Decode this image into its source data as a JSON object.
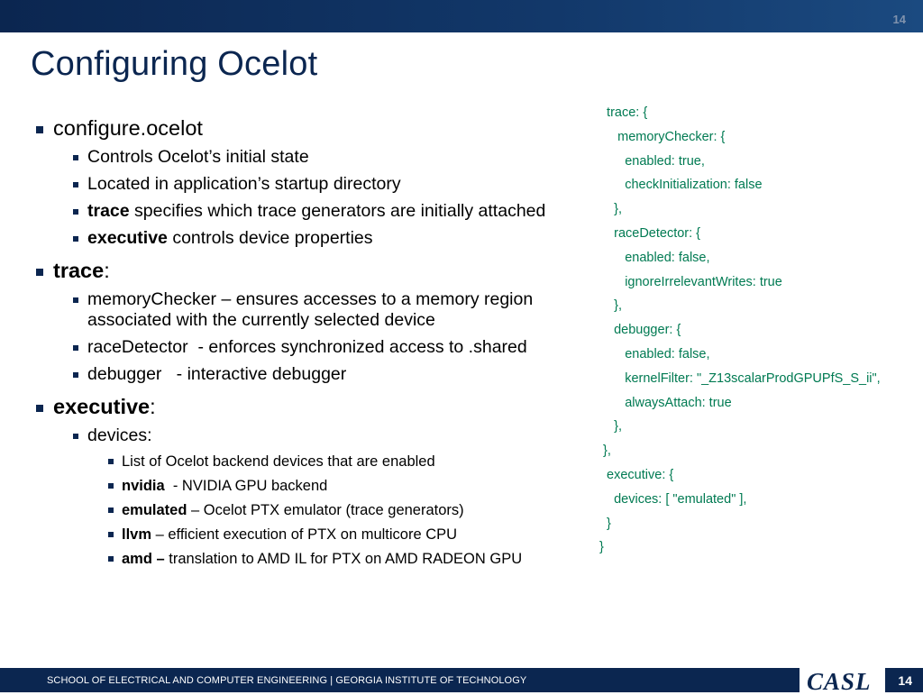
{
  "header": {
    "page_number": "14"
  },
  "title": "Configuring Ocelot",
  "bullets": [
    {
      "level": 1,
      "parts": [
        {
          "t": "configure.ocelot",
          "b": false
        }
      ]
    },
    {
      "level": 2,
      "parts": [
        {
          "t": "Controls Ocelot’s initial state",
          "b": false
        }
      ]
    },
    {
      "level": 2,
      "parts": [
        {
          "t": "Located in application’s startup directory",
          "b": false
        }
      ]
    },
    {
      "level": 2,
      "parts": [
        {
          "t": "trace",
          "b": true
        },
        {
          "t": " specifies which trace generators are initially attached",
          "b": false
        }
      ]
    },
    {
      "level": 2,
      "parts": [
        {
          "t": "executive",
          "b": true
        },
        {
          "t": " controls device properties",
          "b": false
        }
      ]
    },
    {
      "level": 1,
      "parts": [
        {
          "t": "trace",
          "b": true
        },
        {
          "t": ":",
          "b": false
        }
      ]
    },
    {
      "level": 2,
      "parts": [
        {
          "t": "memoryChecker – ensures accesses to a memory region associated with the currently selected device",
          "b": false
        }
      ]
    },
    {
      "level": 2,
      "parts": [
        {
          "t": "raceDetector  - enforces synchronized access to .shared",
          "b": false
        }
      ]
    },
    {
      "level": 2,
      "parts": [
        {
          "t": "debugger   - interactive debugger",
          "b": false
        }
      ]
    },
    {
      "level": 1,
      "parts": [
        {
          "t": "executive",
          "b": true
        },
        {
          "t": ":",
          "b": false
        }
      ]
    },
    {
      "level": 2,
      "parts": [
        {
          "t": "devices:",
          "b": false
        }
      ]
    },
    {
      "level": 3,
      "parts": [
        {
          "t": "List of Ocelot backend devices that are enabled",
          "b": false
        }
      ]
    },
    {
      "level": 3,
      "parts": [
        {
          "t": "nvidia",
          "b": true
        },
        {
          "t": "  - NVIDIA GPU backend",
          "b": false
        }
      ]
    },
    {
      "level": 3,
      "parts": [
        {
          "t": "emulated",
          "b": true
        },
        {
          "t": " – Ocelot PTX emulator (trace generators)",
          "b": false
        }
      ]
    },
    {
      "level": 3,
      "parts": [
        {
          "t": "llvm",
          "b": true
        },
        {
          "t": " – efficient execution of PTX on multicore CPU",
          "b": false
        }
      ]
    },
    {
      "level": 3,
      "parts": [
        {
          "t": "amd –",
          "b": true
        },
        {
          "t": " translation to AMD IL for PTX on AMD RADEON GPU",
          "b": false
        }
      ]
    }
  ],
  "code_lines": [
    "  trace: {",
    "     memoryChecker: {",
    "       enabled: true,",
    "       checkInitialization: false",
    "    },",
    "    raceDetector: {",
    "       enabled: false,",
    "       ignoreIrrelevantWrites: true",
    "    },",
    "    debugger: {",
    "       enabled: false,",
    "       kernelFilter: \"_Z13scalarProdGPUPfS_S_ii\",",
    "       alwaysAttach: true",
    "    },",
    " },",
    "  executive: {",
    "    devices: [ \"emulated\" ],",
    "  }",
    "}"
  ],
  "footer": {
    "text": "SCHOOL OF ELECTRICAL AND COMPUTER ENGINEERING | GEORGIA INSTITUTE OF TECHNOLOGY",
    "logo": "CASL",
    "page_number": "14"
  },
  "colors": {
    "navy": "#0b2650",
    "code_green": "#007a52"
  }
}
